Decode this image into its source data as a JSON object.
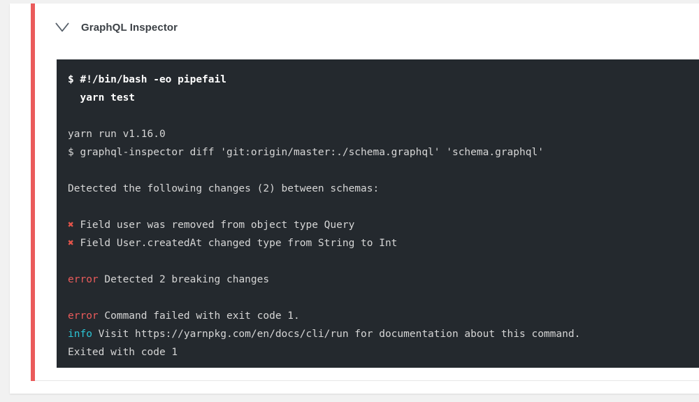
{
  "colors": {
    "page_background": "#f1f1f1",
    "card_background": "#ffffff",
    "status_rail": "#ea5b5b",
    "terminal_background": "#24292e",
    "terminal_text": "#d6d6d6",
    "error_token": "#ea5b5b",
    "info_token": "#2bc4d4",
    "cross_marker": "#e3544a",
    "title_text": "#3c4146"
  },
  "check": {
    "toggle_icon": "chevron-down-icon",
    "title": "GraphQL Inspector"
  },
  "terminal": {
    "lines": [
      {
        "type": "command",
        "text": "$ #!/bin/bash -eo pipefail"
      },
      {
        "type": "command",
        "text": "  yarn test"
      },
      {
        "type": "blank",
        "text": " "
      },
      {
        "type": "output",
        "text": "yarn run v1.16.0"
      },
      {
        "type": "output",
        "text": "$ graphql-inspector diff 'git:origin/master:./schema.graphql' 'schema.graphql'"
      },
      {
        "type": "blank",
        "text": " "
      },
      {
        "type": "output",
        "text": "Detected the following changes (2) between schemas:"
      },
      {
        "type": "blank",
        "text": " "
      },
      {
        "type": "change",
        "marker": "✖",
        "text": "Field user was removed from object type Query"
      },
      {
        "type": "change",
        "marker": "✖",
        "text": "Field User.createdAt changed type from String to Int"
      },
      {
        "type": "blank",
        "text": " "
      },
      {
        "type": "level",
        "level": "error",
        "text": "Detected 2 breaking changes"
      },
      {
        "type": "blank",
        "text": " "
      },
      {
        "type": "level",
        "level": "error",
        "text": "Command failed with exit code 1."
      },
      {
        "type": "level",
        "level": "info",
        "text": "Visit https://yarnpkg.com/en/docs/cli/run for documentation about this command."
      },
      {
        "type": "output",
        "text": "Exited with code 1"
      }
    ]
  }
}
